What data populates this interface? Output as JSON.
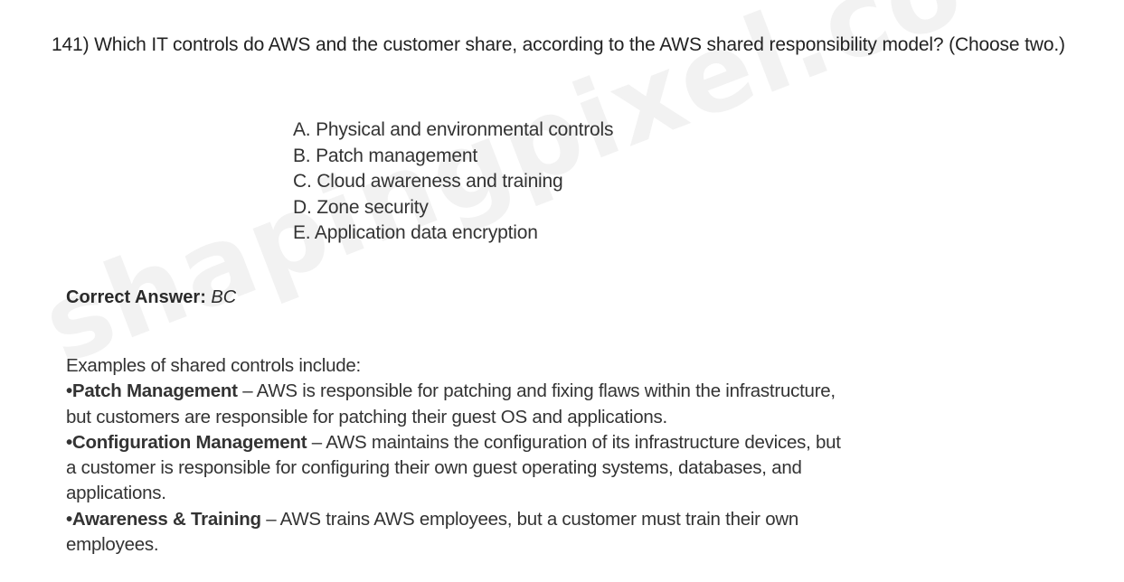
{
  "watermark": "shapingpixel.co",
  "question": "141) Which IT controls do AWS and the customer share, according to the AWS shared responsibility model? (Choose two.)",
  "options": [
    "A. Physical and environmental controls",
    "B. Patch management",
    "C. Cloud awareness and training",
    "D. Zone security",
    "E. Application data encryption"
  ],
  "answer": {
    "label": "Correct Answer:",
    "value": "BC"
  },
  "explanation": {
    "intro": "Examples  of shared controls include:",
    "items": [
      {
        "term": "•Patch Management",
        "line1": " – AWS is responsible for patching and fixing flaws within the infrastructure,",
        "rest": [
          "but customers are responsible for patching their guest OS and applications."
        ]
      },
      {
        "term": "•Configuration Management",
        "line1": " – AWS maintains the configuration of its infrastructure devices, but",
        "rest": [
          "a customer is responsible for configuring their own guest operating systems, databases, and",
          "applications."
        ]
      },
      {
        "term": "•Awareness & Training",
        "line1": " – AWS trains AWS employees, but a customer must train their own",
        "rest": [
          "employees."
        ]
      }
    ]
  }
}
